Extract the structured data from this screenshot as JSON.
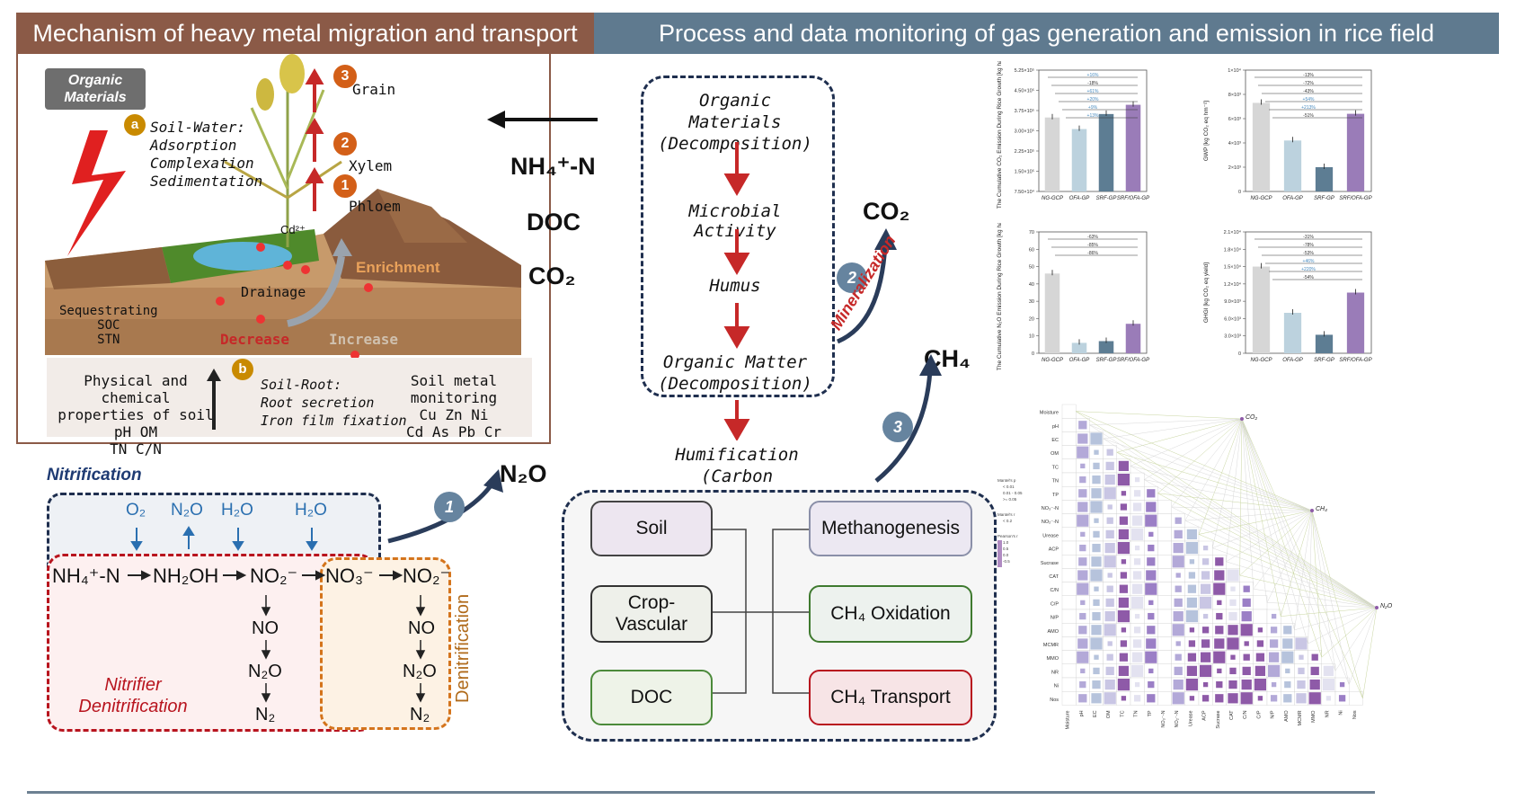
{
  "headers": {
    "left": "Mechanism of heavy metal migration and transport",
    "right": "Process and data monitoring of gas generation and emission in rice field"
  },
  "soil_panel": {
    "organic_materials": "Organic Materials",
    "badge_a": "a",
    "soil_water_title": "Soil-Water:",
    "soil_water_items": [
      "Adsorption",
      "Complexation",
      "Sedimentation"
    ],
    "plant_steps": [
      {
        "num": "3",
        "label": "Grain"
      },
      {
        "num": "2",
        "label": "Xylem"
      },
      {
        "num": "1",
        "label": "Phloem"
      }
    ],
    "cd_label": "Cd²⁺",
    "enrichment": "Enrichment",
    "drainage": "Drainage",
    "decrease": "Decrease",
    "increase": "Increase",
    "sequestrating": [
      "Sequestrating",
      "SOC",
      "STN"
    ],
    "badge_b": "b",
    "physchem_title": [
      "Physical and chemical",
      "properties of soil"
    ],
    "physchem_items": [
      "pH   OM",
      "TN   C/N"
    ],
    "soil_root_title": "Soil-Root:",
    "soil_root_items": [
      "Root secretion",
      "Iron film fixation"
    ],
    "monitoring_title": "Soil metal monitoring",
    "monitoring_items": [
      "Cu  Zn  Ni",
      "Cd  As  Pb  Cr"
    ]
  },
  "center_flow": {
    "side_labels": [
      "NH₄⁺-N",
      "DOC",
      "CO₂"
    ],
    "steps": [
      "Organic Materials (Decomposition)",
      "Microbial Activity",
      "Humus",
      "Organic Matter (Decomposition)"
    ],
    "humification": [
      "Humification",
      "(Carbon sequestration)"
    ],
    "co2": "CO₂",
    "ch4": "CH₄",
    "n2o": "N₂O",
    "mineralization": "Mineralization",
    "path_badges": [
      "1",
      "2",
      "3"
    ]
  },
  "nitrogen": {
    "nitrification": "Nitrification",
    "gases": [
      "O₂",
      "N₂O",
      "H₂O",
      "H₂O"
    ],
    "chain": [
      "NH₄⁺-N",
      "NH₂OH",
      "NO₂⁻",
      "NO₃⁻",
      "NO₂⁻"
    ],
    "nitrifier_branch": [
      "NO",
      "N₂O",
      "N₂"
    ],
    "denit_branch": [
      "NO",
      "N₂O",
      "N₂"
    ],
    "nitrifier_denitrification": [
      "Nitrifier",
      "Denitrification"
    ],
    "denitrification": "Denitrification"
  },
  "methane_panel": {
    "left_boxes": [
      "Soil",
      "Crop-Vascular",
      "DOC"
    ],
    "right_boxes": [
      "Methanogenesis",
      "CH₄ Oxidation",
      "CH₄ Transport"
    ]
  },
  "mini_charts": {
    "co2": {
      "ylabel": "The Cumulative CO₂ Emission During Rice Growth [kg ha⁻¹]",
      "yticks": [
        "7.50×10⁴",
        "1.50×10⁵",
        "2.25×10⁵",
        "3.00×10⁵",
        "3.75×10⁵",
        "4.50×10⁵",
        "5.25×10⁵"
      ],
      "categories": [
        "NG-GCP",
        "OFA-GP",
        "SRF-GP",
        "SRF/OFA-GP"
      ],
      "annotations": [
        "+16%",
        "-18%",
        "+61%",
        "+20%",
        "+9%",
        "+13%"
      ]
    },
    "n2o": {
      "ylabel": "The Cumulative N₂O Emission During Rice Growth [kg ha⁻¹]",
      "yticks": [
        "0",
        "10",
        "20",
        "30",
        "40",
        "50",
        "60",
        "70"
      ],
      "categories": [
        "NG-GCP",
        "OFA-GP",
        "SRF-GP",
        "SRF/OFA-GP"
      ],
      "annotations": [
        "-63%",
        "-85%",
        "-86%"
      ]
    },
    "gwp": {
      "ylabel": "GWP [kg CO₂ eq hm⁻²]",
      "yticks": [
        "0",
        "2×10³",
        "4×10³",
        "6×10³",
        "8×10³",
        "1×10⁴"
      ],
      "categories": [
        "NG-GCP",
        "OFA-GP",
        "SRF-GP",
        "SRF/OFA-GP"
      ],
      "annotations": [
        "-13%",
        "-72%",
        "-43%",
        "+54%",
        "+213%",
        "-51%"
      ]
    },
    "ghgi": {
      "ylabel": "GHGI [kg CO₂ eq yield]",
      "yticks": [
        "0",
        "3.0×10³",
        "6.0×10³",
        "9.0×10³",
        "1.2×10⁴",
        "1.5×10⁴",
        "1.8×10⁴",
        "2.1×10⁴"
      ],
      "categories": [
        "NG-GCP",
        "OFA-GP",
        "SRF-GP",
        "SRF/OFA-GP"
      ],
      "annotations": [
        "-31%",
        "-78%",
        "-53%",
        "+46%",
        "+220%",
        "-54%"
      ]
    }
  },
  "chart_data": [
    {
      "type": "bar",
      "categories": [
        "NG-GCP",
        "OFA-GP",
        "SRF-GP",
        "SRF/OFA-GP"
      ],
      "values": [
        320000,
        270000,
        335000,
        375000
      ],
      "ylabel": "The Cumulative CO₂ Emission During Rice Growth [kg ha⁻¹]",
      "ylim": [
        0,
        525000
      ]
    },
    {
      "type": "bar",
      "categories": [
        "NG-GCP",
        "OFA-GP",
        "SRF-GP",
        "SRF/OFA-GP"
      ],
      "values": [
        46,
        6,
        7,
        17
      ],
      "ylabel": "The Cumulative N₂O Emission During Rice Growth [kg ha⁻¹]",
      "ylim": [
        0,
        70
      ]
    },
    {
      "type": "bar",
      "categories": [
        "NG-GCP",
        "OFA-GP",
        "SRF-GP",
        "SRF/OFA-GP"
      ],
      "values": [
        7300,
        4200,
        2000,
        6400
      ],
      "ylabel": "GWP [kg CO₂ eq hm⁻²]",
      "ylim": [
        0,
        10000
      ]
    },
    {
      "type": "bar",
      "categories": [
        "NG-GCP",
        "OFA-GP",
        "SRF-GP",
        "SRF/OFA-GP"
      ],
      "values": [
        15000,
        7000,
        3200,
        10500
      ],
      "ylabel": "GHGI [kg CO₂ eq yield]",
      "ylim": [
        0,
        21000
      ]
    }
  ],
  "correlation": {
    "variables": [
      "Moisture",
      "pH",
      "EC",
      "OM",
      "TC",
      "TN",
      "TP",
      "NO₃⁻-N",
      "NO₂⁻-N",
      "Urease",
      "ACP",
      "Sucrase",
      "CAT",
      "C/N",
      "C/P",
      "N/P",
      "AMO",
      "MCMR",
      "MMO",
      "NR",
      "Ni",
      "Nos"
    ],
    "gases": [
      "CO₂",
      "CH₄",
      "N₂O"
    ],
    "legend_mantel_p": [
      "Mantel's p",
      "< 0.01",
      "0.01 - 0.05",
      ">= 0.05"
    ],
    "legend_mantel_r": [
      "Mantel's r",
      "< 0.2"
    ],
    "legend_pearson": [
      "Pearson's r",
      "1.0",
      "0.5",
      "0.0",
      "-0.5"
    ]
  },
  "colors": {
    "left_header": "#8b5a47",
    "right_header": "#5f7a8f",
    "flow_arrow": "#c62828",
    "dash_navy": "#1f2f4f",
    "dash_red": "#b8141e",
    "dash_orange": "#d4741c",
    "accent_blue": "#2a6fb0",
    "purple": "#8e5aa8"
  }
}
